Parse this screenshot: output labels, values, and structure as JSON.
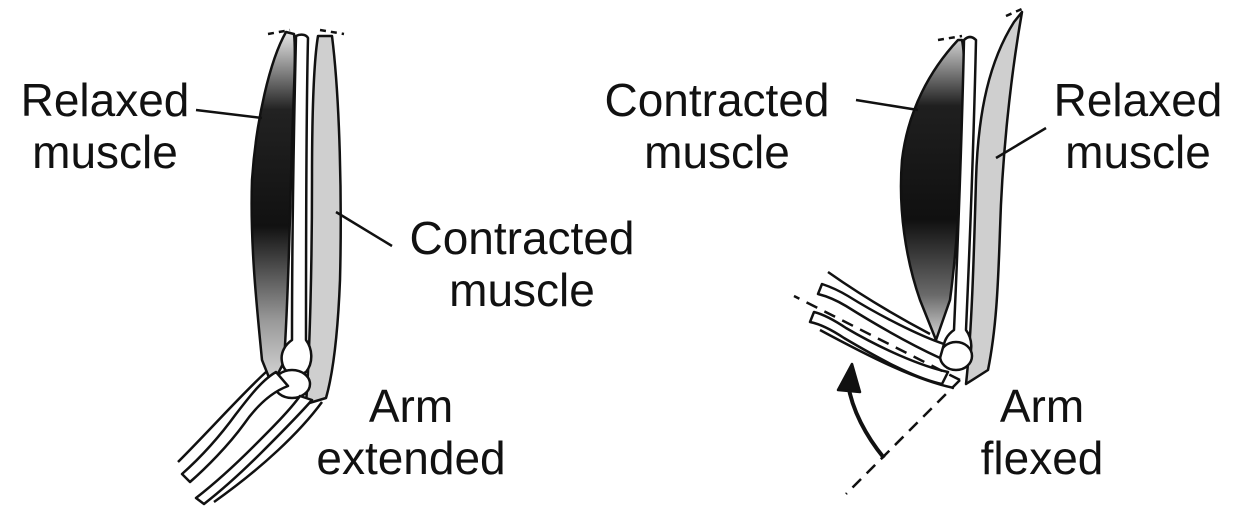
{
  "left_panel": {
    "relaxed_label": [
      "Relaxed",
      "muscle"
    ],
    "contracted_label": [
      "Contracted",
      "muscle"
    ],
    "state_label": [
      "Arm",
      "extended"
    ]
  },
  "right_panel": {
    "contracted_label": [
      "Contracted",
      "muscle"
    ],
    "relaxed_label": [
      "Relaxed",
      "muscle"
    ],
    "state_label": [
      "Arm",
      "flexed"
    ]
  },
  "colors": {
    "contracted_fill": "#1a1a1a",
    "relaxed_fill": "#cfcfcf",
    "outline": "#111111",
    "background": "#ffffff"
  }
}
